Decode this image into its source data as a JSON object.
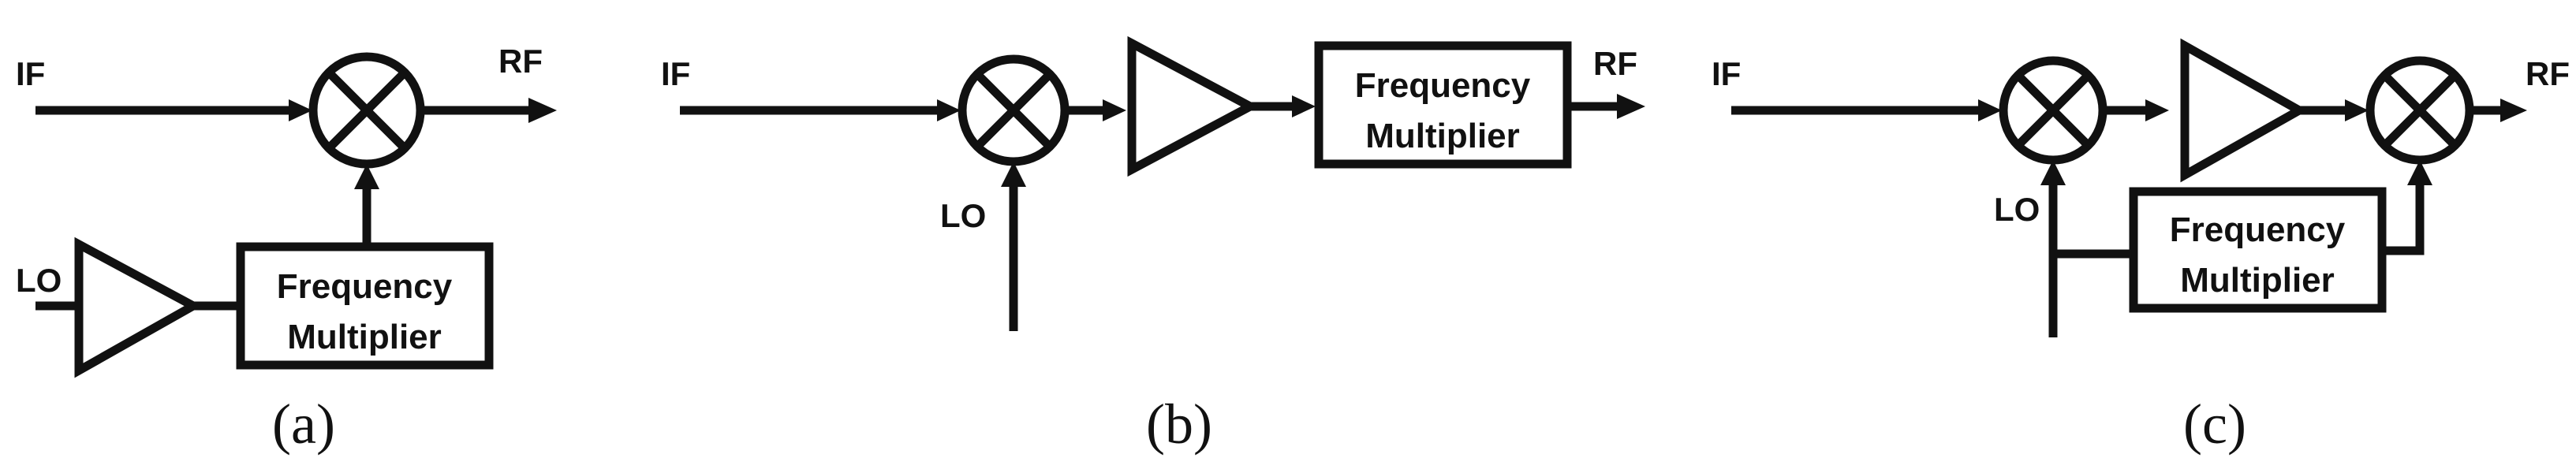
{
  "colors": {
    "ink": "#111111",
    "background": "#ffffff"
  },
  "panel_a": {
    "label_if": "IF",
    "label_rf": "RF",
    "label_lo": "LO",
    "block_line1": "Frequency",
    "block_line2": "Multiplier",
    "caption": "(a)"
  },
  "panel_b": {
    "label_if": "IF",
    "label_rf": "RF",
    "label_lo": "LO",
    "block_line1": "Frequency",
    "block_line2": "Multiplier",
    "caption": "(b)"
  },
  "panel_c": {
    "label_if": "IF",
    "label_rf": "RF",
    "label_lo": "LO",
    "block_line1": "Frequency",
    "block_line2": "Multiplier",
    "caption": "(c)"
  }
}
